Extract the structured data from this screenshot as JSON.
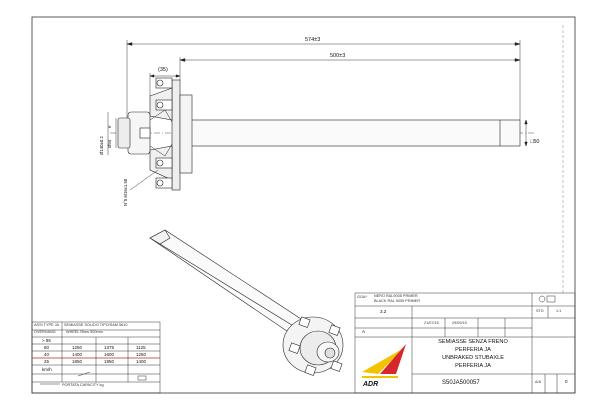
{
  "dimensions": {
    "overall_length": "574±3",
    "axle_length": "500±3",
    "offset": "(35)",
    "hub_bore": "Ø140±0.2",
    "hub_diameter": "Ø94",
    "hub_mark": "e",
    "studs": "N°5 M16x1.50",
    "square_section": "□50"
  },
  "specs_table": {
    "header_left": "ASSI TYPE JA",
    "header_right": "SEMIASSE SOLIDO TIPO/SAM 5610",
    "row2_left": "OVERHANG",
    "row2_right": "WHEEL Rims 500mm",
    "rows": [
      [
        "> 85",
        "",
        "",
        ""
      ],
      [
        "60",
        "1250",
        "1375",
        "1125"
      ],
      [
        "40",
        "1400",
        "1600",
        "1250"
      ],
      [
        "25",
        "1850",
        "1950",
        "1400"
      ],
      [
        "km/h",
        "",
        "",
        ""
      ]
    ],
    "footer": "PORTATA   CAPACITY kg"
  },
  "title_block": {
    "material_label": "GGA*",
    "material_line1": "NERO RAL9005 PRIMER",
    "material_line2": "BLACK RAL 9005 PRIMER",
    "weight": "3.2",
    "rev": "A",
    "date1": "21/07/15",
    "date2": "29/09/15",
    "scale": "1:1",
    "std": "STD",
    "title_lines": [
      "SEMIASSE SENZA FRENO",
      "PERFERIA JA",
      "UNBRAKED STUBAXLE",
      "PERFERIA JA"
    ],
    "drawing_number": "S50JA500057",
    "sheet_size": "A/A",
    "sheet_index": "0",
    "logo_text": "ADR"
  },
  "colors": {
    "logo_red": "#d8262d",
    "logo_yellow": "#f2c300",
    "line": "#222222",
    "table_red_line": "#c4202a"
  }
}
